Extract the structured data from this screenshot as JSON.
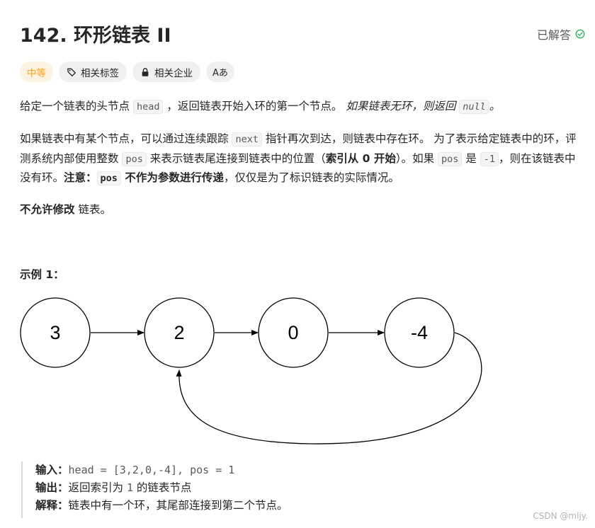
{
  "title": "142. 环形链表 II",
  "solved_label": "已解答",
  "tags": {
    "difficulty": "中等",
    "related_topics": "相关标签",
    "related_companies": "相关企业",
    "translate": "Aあ"
  },
  "description": {
    "p1": {
      "text_a": "给定一个链表的头节点 ",
      "code_head": "head",
      "text_b": " ，返回链表开始入环的第一个节点。 ",
      "italic_a": "如果链表无环，则返回 ",
      "code_null": "null",
      "italic_b": "。"
    },
    "p2": {
      "text_a": "如果链表中有某个节点，可以通过连续跟踪 ",
      "code_next": "next",
      "text_b": " 指针再次到达，则链表中存在环。 为了表示给定链表中的环，评测系统内部使用整数 ",
      "code_pos": "pos",
      "text_c": " 来表示链表尾连接到链表中的位置（",
      "bold_index": "索引从 0 开始",
      "text_d": "）。如果 ",
      "code_pos2": "pos",
      "text_e": " 是 ",
      "code_neg1": "-1",
      "text_f": "，则在该链表中没有环。",
      "bold_note": "注意：",
      "code_pos3": "pos",
      "bold_not_param": " 不作为参数进行传递",
      "text_g": "，仅仅是为了标识链表的实际情况。"
    },
    "p3": {
      "bold": "不允许修改",
      "text": " 链表。"
    }
  },
  "example": {
    "heading": "示例 1：",
    "nodes": [
      "3",
      "2",
      "0",
      "-4"
    ],
    "input_label": "输入：",
    "input_value": "head = [3,2,0,-4], pos = 1",
    "output_label": "输出：",
    "output_text_a": "返回索引为 ",
    "output_code": "1",
    "output_text_b": " 的链表节点",
    "explain_label": "解释：",
    "explain_text": "链表中有一个环，其尾部连接到第二个节点。"
  },
  "watermark": "CSDN @mljy."
}
